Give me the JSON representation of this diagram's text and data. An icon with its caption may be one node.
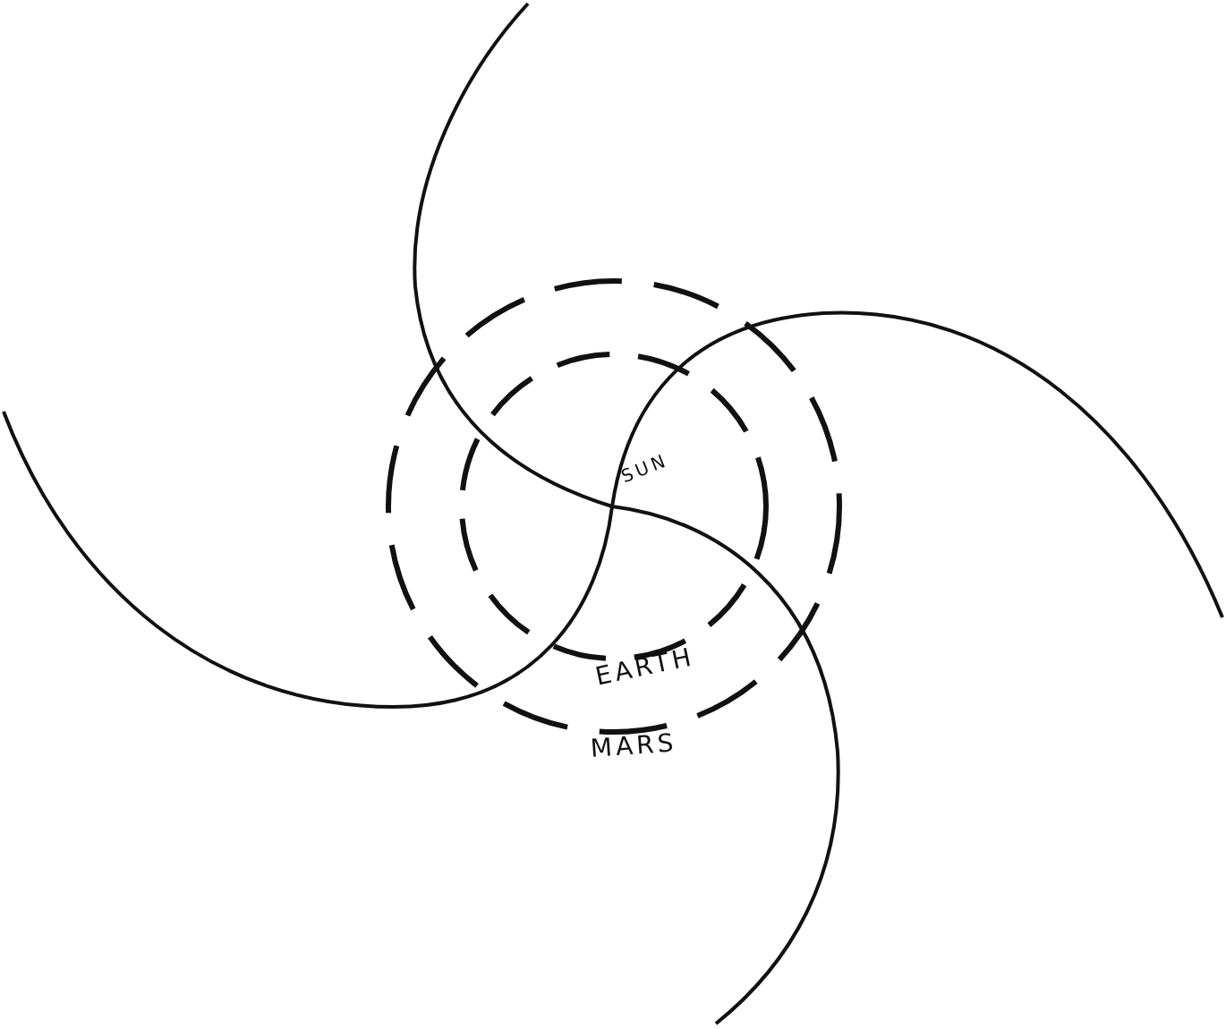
{
  "diagram": {
    "labels": [
      "SUN",
      "EARTH",
      "MARS"
    ]
  }
}
